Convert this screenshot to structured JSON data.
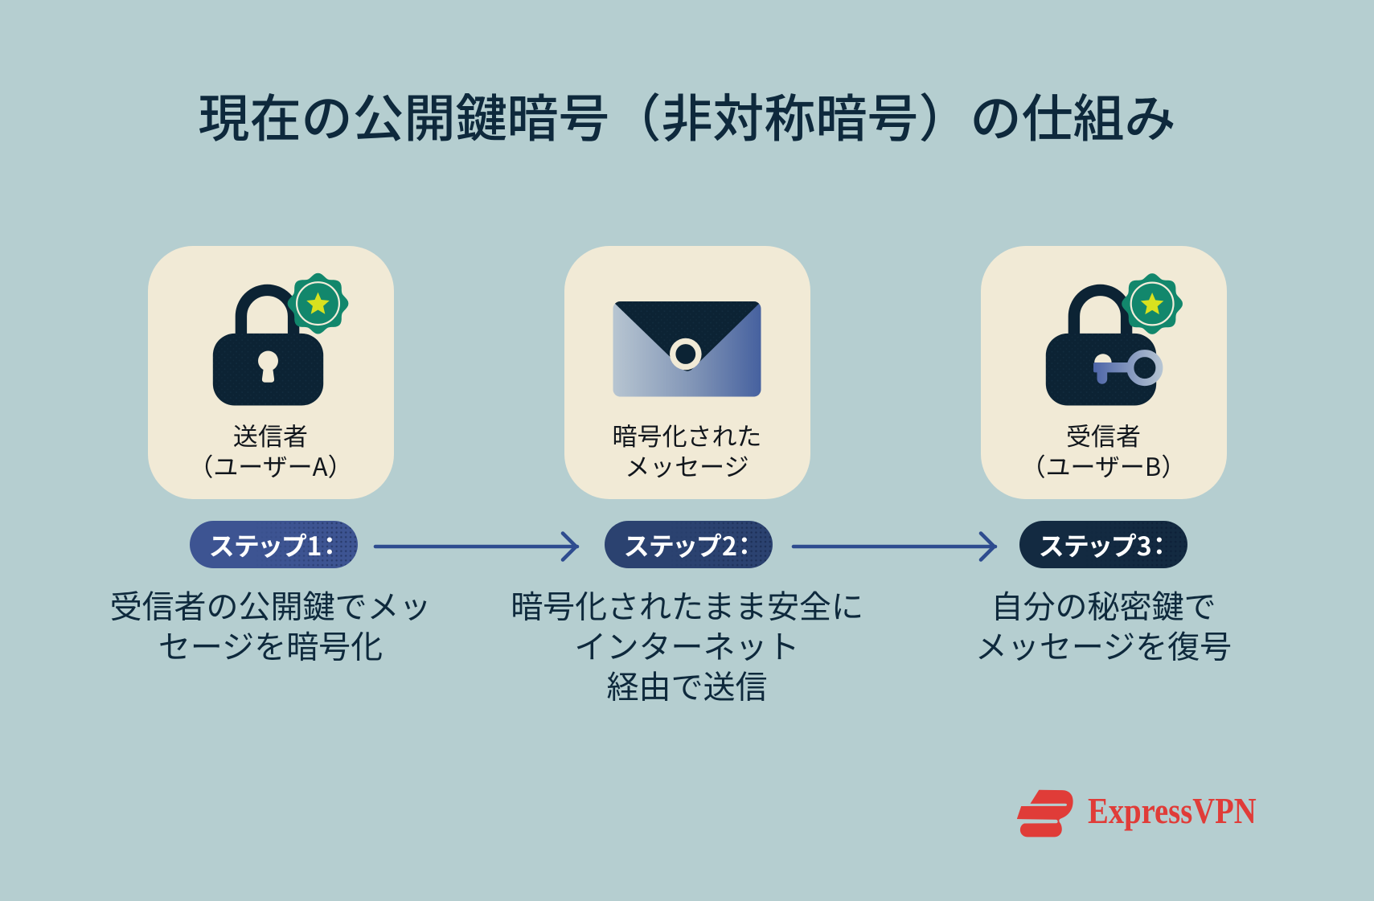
{
  "title": "現在の公開鍵暗号（非対称暗号）の仕組み",
  "cards": [
    {
      "icon": "padlock-badge",
      "label": "送信者\n（ユーザーA）"
    },
    {
      "icon": "encrypted-envelope",
      "label": "暗号化された\nメッセージ"
    },
    {
      "icon": "padlock-key-badge",
      "label": "受信者\n（ユーザーB）"
    }
  ],
  "steps": [
    {
      "badge": "ステップ1：",
      "description": "受信者の公開鍵でメッ\nセージを暗号化"
    },
    {
      "badge": "ステップ2：",
      "description": "暗号化されたまま安全に\nインターネット\n経由で送信"
    },
    {
      "badge": "ステップ3：",
      "description": "自分の秘密鍵で\nメッセージを復号"
    }
  ],
  "logo": {
    "brand": "ExpressVPN"
  },
  "colors": {
    "background": "#b5ced0",
    "card": "#f1ead6",
    "title_text": "#0e293c",
    "card_label_text": "#11161c",
    "description_text": "#0e293c",
    "step1_pill": "#3d5492",
    "step2_pill": "#2b4270",
    "step3_pill": "#132a41",
    "pill_text": "#ffffff",
    "arrow": "#2e4c8f",
    "icon_navy": "#0c2334",
    "badge_green": "#12876c",
    "badge_star": "#d8e11f",
    "brand_red": "#e03c38"
  }
}
